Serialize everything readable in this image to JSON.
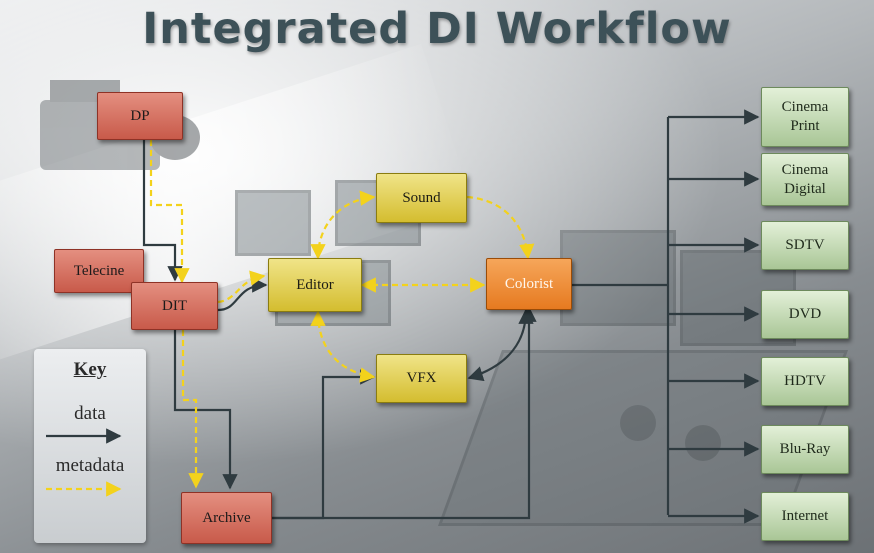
{
  "title": "Integrated DI Workflow",
  "nodes": {
    "dp": "DP",
    "telecine": "Telecine",
    "dit": "DIT",
    "archive": "Archive",
    "editor": "Editor",
    "sound": "Sound",
    "vfx": "VFX",
    "colorist": "Colorist"
  },
  "outputs": [
    "Cinema Print",
    "Cinema Digital",
    "SDTV",
    "DVD",
    "HDTV",
    "Blu-Ray",
    "Internet"
  ],
  "key": {
    "title": "Key",
    "data_label": "data",
    "metadata_label": "metadata"
  },
  "colors": {
    "data_arrow": "#2f3b40",
    "metadata_arrow": "#f3d21c",
    "person_box": "#d66e5e",
    "station_box": "#e2cf4c",
    "colorist_box": "#ee8a32",
    "output_box": "#c3dbb3",
    "title_text": "#3d5158"
  },
  "icons": [
    "video-camera-photo",
    "editing-station-photo",
    "color-grading-console-photo"
  ]
}
